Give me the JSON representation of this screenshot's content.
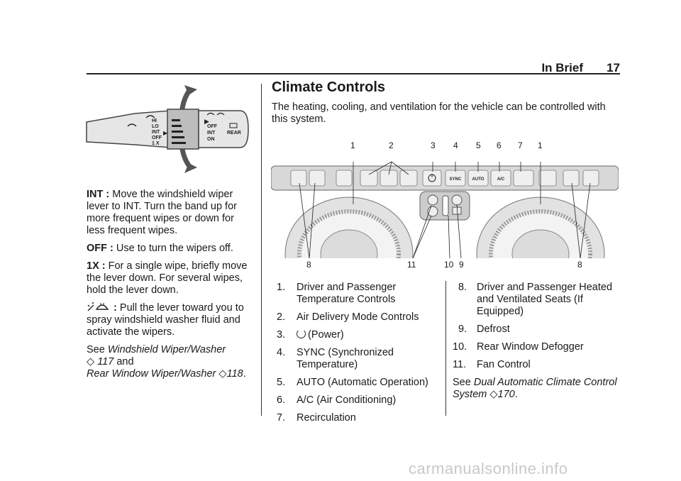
{
  "header": {
    "section": "In Brief",
    "page": "17"
  },
  "left": {
    "int_label": "INT :",
    "int_text": "Move the windshield wiper lever to INT. Turn the band up for more frequent wipes or down for less frequent wipes.",
    "off_label": "OFF :",
    "off_text": "Use to turn the wipers off.",
    "onex_label": "1X :",
    "onex_text": "For a single wipe, briefly move the lever down. For several wipes, hold the lever down.",
    "washer_label": ":",
    "washer_text": "Pull the lever toward you to spray windshield washer fluid and activate the wipers.",
    "see_word": "See",
    "see_link1": "Windshield Wiper/Washer",
    "see_page1": "117",
    "see_and": "and",
    "see_link2": "Rear Window Wiper/Washer",
    "see_page2": "118",
    "lever_labels": {
      "hi": "HI",
      "lo": "LO",
      "int": "INT",
      "off": "OFF",
      "one_x": "1 X",
      "off2": "OFF",
      "int2": "INT",
      "on": "ON",
      "rear": "REAR"
    }
  },
  "right": {
    "title": "Climate Controls",
    "intro": "The heating, cooling, and ventilation for the vehicle can be controlled with this system.",
    "callouts_top": [
      "1",
      "2",
      "3",
      "4",
      "5",
      "6",
      "7",
      "1"
    ],
    "callouts_bottom": [
      "8",
      "11",
      "10",
      "9",
      "8"
    ],
    "panel_buttons": {
      "sync": "SYNC",
      "auto": "AUTO",
      "ac": "A/C"
    },
    "list_left": [
      {
        "n": "1.",
        "text": "Driver and Passenger Temperature Controls"
      },
      {
        "n": "2.",
        "text": "Air Delivery Mode Controls"
      },
      {
        "n": "3.",
        "text": "(Power)"
      },
      {
        "n": "4.",
        "text": "SYNC (Synchronized Temperature)"
      },
      {
        "n": "5.",
        "text": "AUTO (Automatic Operation)"
      },
      {
        "n": "6.",
        "text": "A/C (Air Conditioning)"
      },
      {
        "n": "7.",
        "text": "Recirculation"
      }
    ],
    "list_right": [
      {
        "n": "8.",
        "text": "Driver and Passenger Heated and Ventilated Seats (If Equipped)"
      },
      {
        "n": "9.",
        "text": "Defrost"
      },
      {
        "n": "10.",
        "text": "Rear Window Defogger"
      },
      {
        "n": "11.",
        "text": "Fan Control"
      }
    ],
    "see_word": "See",
    "see_link": "Dual Automatic Climate Control System",
    "see_page": "170"
  },
  "watermark": "carmanualsonline.info"
}
